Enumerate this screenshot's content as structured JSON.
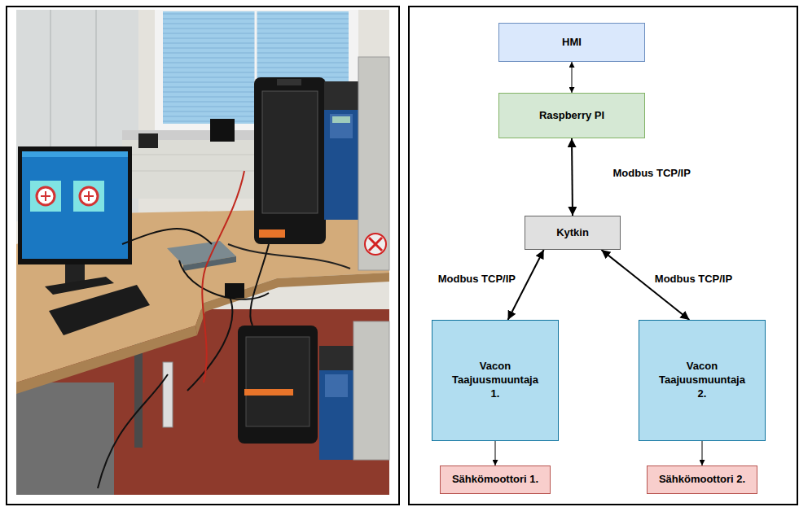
{
  "diagram": {
    "nodes": [
      {
        "text": [
          "HMI"
        ]
      },
      {
        "text": [
          "Raspberry PI"
        ]
      },
      {
        "text": [
          "Kytkin"
        ]
      },
      {
        "text": [
          "Vacon Taajuusmuuntaja 1."
        ]
      },
      {
        "text": [
          "Vacon Taajuusmuuntaja 2."
        ]
      },
      {
        "text": [
          "Sähkömoottori 1."
        ]
      },
      {
        "text": [
          "Sähkömoottori 2."
        ]
      }
    ],
    "edges": [
      {
        "from": 0,
        "to": 1,
        "arrow": "both"
      },
      {
        "from": 1,
        "to": 2,
        "label": "Modbus TCP/IP",
        "arrow": "both"
      },
      {
        "from": 2,
        "to": 3,
        "label": "Modbus TCP/IP",
        "arrow": "both"
      },
      {
        "from": 2,
        "to": 4,
        "label": "Modbus TCP/IP",
        "arrow": "both"
      },
      {
        "from": 3,
        "to": 5,
        "arrow": "to"
      },
      {
        "from": 4,
        "to": 6,
        "arrow": "to"
      }
    ]
  }
}
